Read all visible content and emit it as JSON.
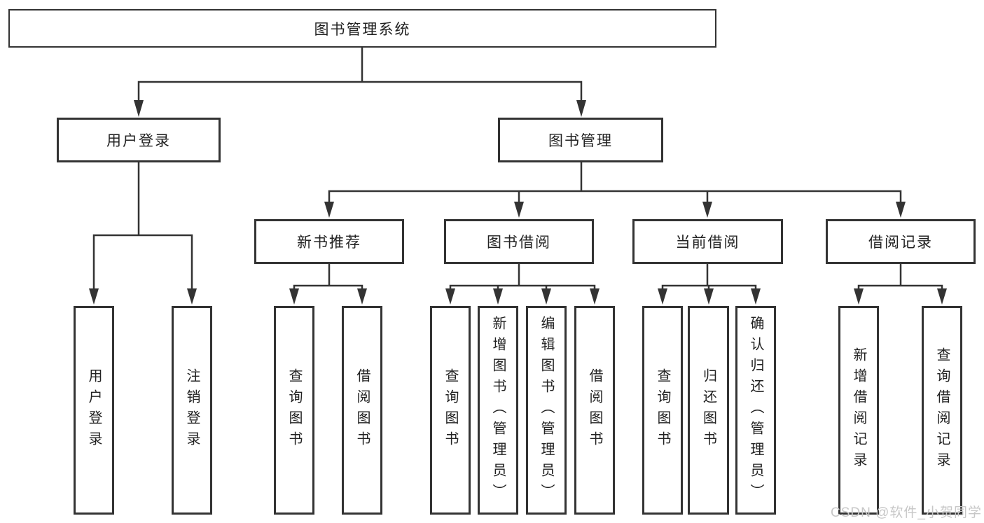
{
  "diagram_type": "tree",
  "tree": {
    "root": {
      "label": "图书管理系统",
      "children": [
        {
          "label": "用户登录",
          "children": [
            {
              "label": "用户登录"
            },
            {
              "label": "注销登录"
            }
          ]
        },
        {
          "label": "图书管理",
          "children": [
            {
              "label": "新书推荐",
              "children": [
                {
                  "label": "查询图书"
                },
                {
                  "label": "借阅图书"
                }
              ]
            },
            {
              "label": "图书借阅",
              "children": [
                {
                  "label": "查询图书"
                },
                {
                  "label": "新增图书（管理员）"
                },
                {
                  "label": "编辑图书（管理员）"
                },
                {
                  "label": "借阅图书"
                }
              ]
            },
            {
              "label": "当前借阅",
              "children": [
                {
                  "label": "查询图书"
                },
                {
                  "label": "归还图书"
                },
                {
                  "label": "确认归还（管理员）"
                }
              ]
            },
            {
              "label": "借阅记录",
              "children": [
                {
                  "label": "新增借阅记录"
                },
                {
                  "label": "查询借阅记录"
                }
              ]
            }
          ]
        }
      ]
    }
  },
  "watermark": {
    "text": "CSDN @软件_小贺同学"
  },
  "colors": {
    "line": "#333333",
    "text": "#222222",
    "box_background": "#ffffff",
    "watermark": "#c7c7c7"
  }
}
